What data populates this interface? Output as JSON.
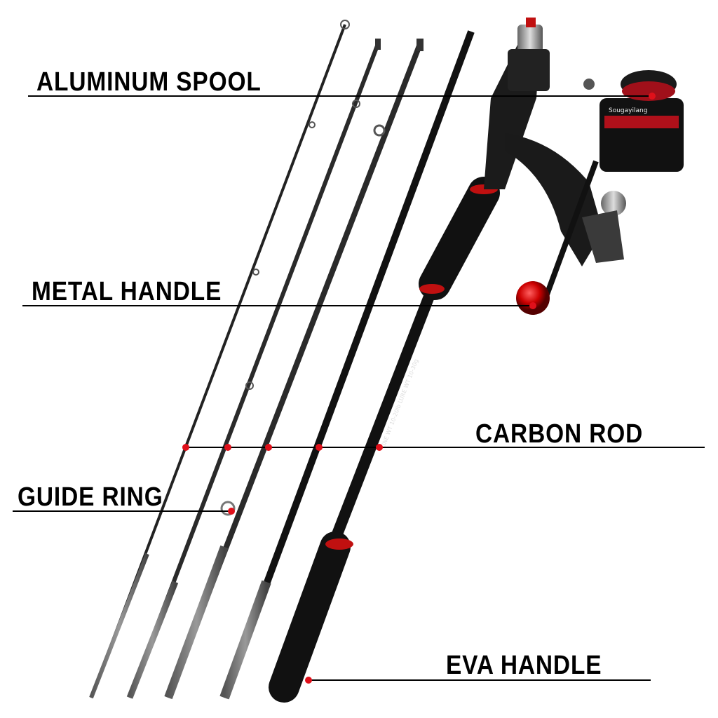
{
  "callouts": {
    "aluminum_spool": "ALUMINUM SPOOL",
    "metal_handle": "METAL HANDLE",
    "carbon_rod": "CARBON ROD",
    "guide_ring": "GUIDE RING",
    "eva_handle": "EVA HANDLE"
  },
  "rod_print": "LINE WT 10-20lb LURE WT 10-30g",
  "reel_brand": "Sougayilang",
  "colors": {
    "accent": "#e0101a",
    "line": "#000000",
    "rod": "#1a1a1a",
    "ferrule": "#707070"
  }
}
